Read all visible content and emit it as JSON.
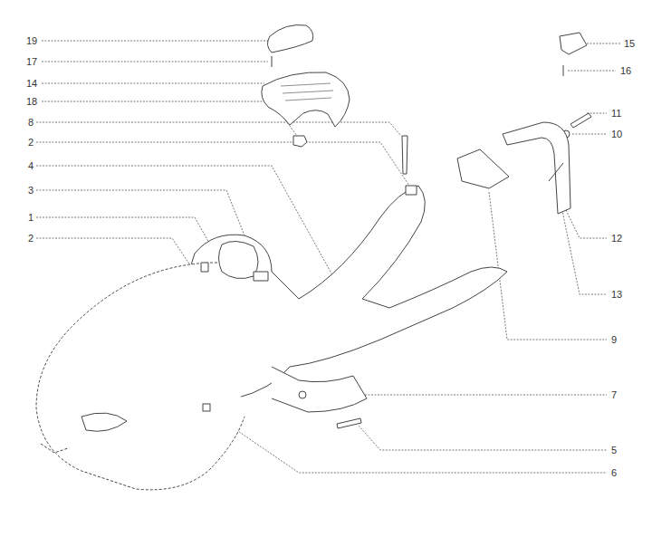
{
  "diagram": {
    "labels": [
      "19",
      "17",
      "14",
      "18",
      "8",
      "2",
      "4",
      "3",
      "1",
      "2",
      "15",
      "16",
      "11",
      "10",
      "12",
      "13",
      "9",
      "7",
      "5",
      "6"
    ]
  }
}
